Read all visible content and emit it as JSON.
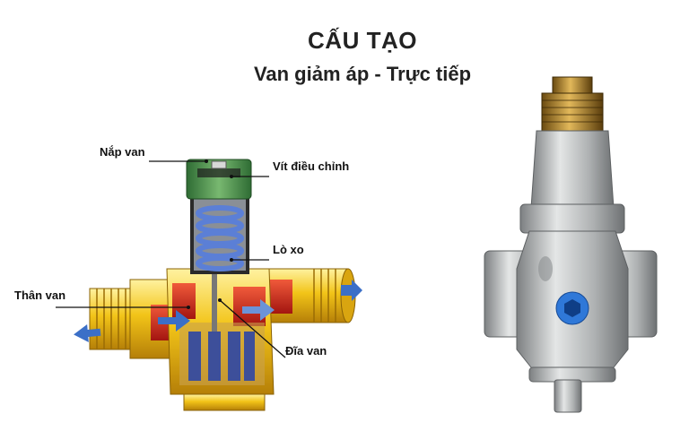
{
  "header": {
    "title": "CẤU TẠO",
    "subtitle": "Van giảm áp - Trực tiếp"
  },
  "labels": {
    "cap": "Nắp van",
    "adjust_screw": "Vít điều chỉnh",
    "spring": "Lò xo",
    "body": "Thân van",
    "disc": "Đĩa van"
  },
  "colors": {
    "brass": "#e8b81c",
    "red_chamber": "#d42a1c",
    "spring_blue": "#5b7fd6",
    "cap_green": "#4a8a4e",
    "flow_arrow": "#3b6fc7",
    "nickel": "#b9bcbd"
  }
}
